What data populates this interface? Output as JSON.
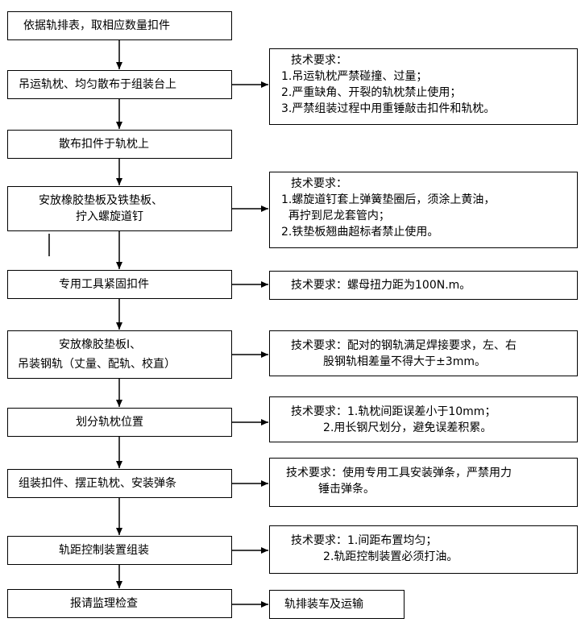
{
  "steps": [
    {
      "lines": [
        "依据轨排表，取相应数量扣件"
      ]
    },
    {
      "lines": [
        "吊运轨枕、均匀散布于组装台上"
      ]
    },
    {
      "lines": [
        "散布扣件于轨枕上"
      ]
    },
    {
      "lines": [
        "安放橡胶垫板及铁垫板、",
        "拧入螺旋道钉"
      ]
    },
    {
      "lines": [
        "专用工具紧固扣件"
      ]
    },
    {
      "lines": [
        "安放橡胶垫板Ⅰ、",
        "吊装钢轨（丈量、配轨、校直）"
      ]
    },
    {
      "lines": [
        "划分轨枕位置"
      ]
    },
    {
      "lines": [
        "组装扣件、摆正轨枕、安装弹条"
      ]
    },
    {
      "lines": [
        "轨距控制装置组装"
      ]
    },
    {
      "lines": [
        "报请监理检查"
      ]
    }
  ],
  "requirements": [
    {
      "lines": [
        "技术要求：",
        "1.吊运轨枕严禁碰撞、过量；",
        "2.严重缺角、开裂的轨枕禁止使用；",
        "3.严禁组装过程中用重锤敲击扣件和轨枕。"
      ]
    },
    {
      "lines": [
        "技术要求：",
        "1.螺旋道钉套上弹簧垫圈后，须涂上黄油，",
        "  再拧到尼龙套管内；",
        "2.铁垫板翘曲超标者禁止使用。"
      ]
    },
    {
      "lines": [
        "技术要求：螺母扭力距为100N.m。"
      ]
    },
    {
      "lines": [
        "技术要求：配对的钢轨满足焊接要求，左、右",
        "         股钢轨相差量不得大于±3mm。"
      ]
    },
    {
      "lines": [
        "技术要求：1.轨枕间距误差小于10mm；",
        "         2.用长钢尺划分，避免误差积累。"
      ]
    },
    {
      "lines": [
        "技术要求：使用专用工具安装弹条，严禁用力",
        "         锤击弹条。"
      ]
    },
    {
      "lines": [
        "技术要求：1.间距布置均匀；",
        "         2.轨距控制装置必须打油。"
      ]
    },
    {
      "lines": [
        "轨排装车及运输"
      ]
    }
  ]
}
